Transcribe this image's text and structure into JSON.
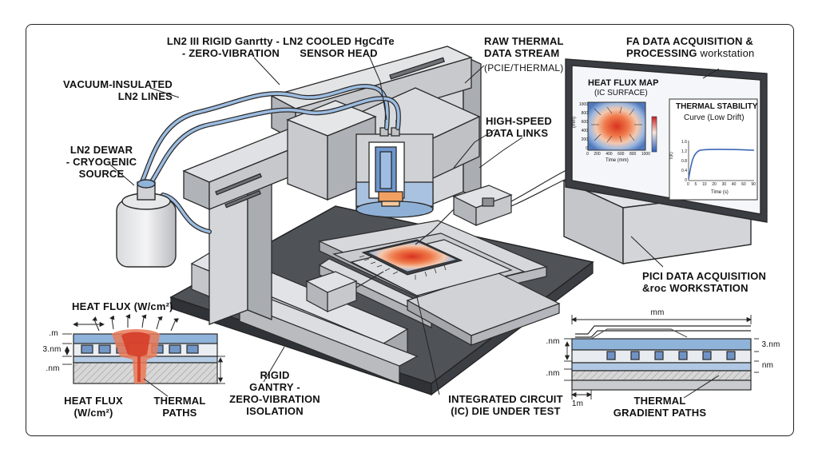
{
  "labels": {
    "gantry_top": "LN2 III RIGID Ganrtty -\n- ZERO-VIBRATION",
    "sensor_head": "LN2 COOLED HgCdTe\nSENSOR HEAD",
    "raw_stream": "RAW THERMAL\nDATA STREAM",
    "raw_stream_sub": "(PCIE/THERMAL)",
    "fa_workstation_bold": "FA DATA ACQUISITION &\nPROCESSING",
    "fa_workstation_norm": "workstation",
    "vacuum_lines": "VACUUM-INSULATED\nLN2 LINES",
    "high_speed": "HIGH-SPEED\nDATA LINKS",
    "dewar": "LN2 DEWAR\n- CRYOGENIC\nSOURCE",
    "pici_workstation": "PICI DATA ACQUISITION\n&roc WORKSTATION",
    "heat_flux_top": "HEAT FLUX (W/cm²)",
    "heat_flux_bottom": "HEAT FLUX\n(W/cm²)",
    "thermal_paths": "THERMAL\nPATHS",
    "rigid_gantry_iso": "RIGID\nGANTRY -\nZERO-VIBRATION\nISOLATION",
    "ic_die": "INTEGRATED CIRCUIT\n(IC) DIE UNDER TEST",
    "thermal_gradient": "THERMAL\nGRADIENT PATHS"
  },
  "dims_left": {
    "top": ".m",
    "mid": "3.nm",
    "bot": ".nm"
  },
  "dims_right": {
    "span": "mm",
    "left_top": ".nm",
    "left_bot": ".nm",
    "right_top": "3.nm",
    "right_bot": "nm",
    "bottom": "1m"
  },
  "monitor": {
    "heatmap_title": "HEAT FLUX MAP",
    "heatmap_sub": "(IC SURFACE)",
    "heatmap_ylabel": "(mm)",
    "heatmap_xlabel": "Time (mm)",
    "heatmap_yticks": [
      "1000",
      "800",
      "600",
      "400",
      "200",
      "0"
    ],
    "heatmap_xticks": [
      "0",
      "200",
      "400",
      "600",
      "800",
      "1000"
    ],
    "stab_title": "THERMAL STABILITY",
    "stab_sub": "Curve (Low Drift)",
    "stab_ylabel": "T(K)",
    "stab_xlabel": "Time (s)",
    "stab_yticks": [
      "1.6",
      "1.2",
      "0.8",
      "0.4",
      "0"
    ],
    "stab_xticks": [
      "0",
      "5",
      "10",
      "20",
      "30",
      "40",
      "60",
      "90"
    ]
  },
  "colors": {
    "outline": "#2a2a2a",
    "steel": "#c9cbcf",
    "steel_light": "#dedfe2",
    "steel_dark": "#9c9fa5",
    "base_dark": "#4a4d52",
    "ln2_blue": "#8fb3d9",
    "hot_red": "#e0472f",
    "cold_blue": "#5d86c4"
  }
}
